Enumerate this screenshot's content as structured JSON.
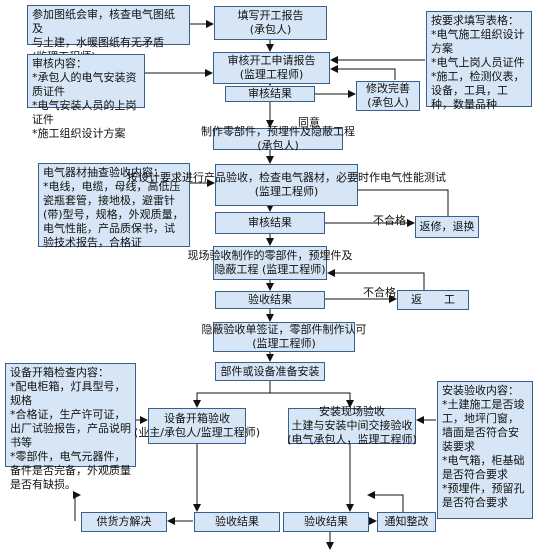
{
  "boxes": {
    "prereq": [
      "参加图纸会审，核查电气图纸及",
      "与土建，水暖图纸有无矛盾",
      "(监理工程师)"
    ],
    "fill_report": [
      "填写开工报告",
      "(承包人)"
    ],
    "form_req": [
      "按要求填写表格：",
      "*电气施工组织设计方案",
      "*电气上岗人员证件",
      "*施工，检测仪表，设备，工具，工种，数量品种"
    ],
    "review_content": [
      "审核内容：",
      "*承包人的电气安装资质证件",
      "*电气安装人员的上岗证件",
      "*施工组织设计方案"
    ],
    "review_app": [
      "审核开工申请报告",
      "(监理工程师)"
    ],
    "review_result_1": [
      "审核结果"
    ],
    "revise": [
      "修改完善",
      "(承包人)"
    ],
    "prefab": [
      "制作零部件，预埋件及隐蔽工程",
      "(承包人)"
    ],
    "material_check": [
      "电气器材抽查验收内容：",
      "*电线，电缆，母线，高低压瓷瓶套管，接地极，避雷针(带)型号，规格，外观质量，电气性能，产品质保书，试验技术报告，合格证"
    ],
    "design_accept": [
      "按设计要求进行产品验收，检查电气器材，必要时作电气性能测试",
      "(监理工程师)"
    ],
    "review_result_2": [
      "审核结果"
    ],
    "rework": [
      "返修，退换"
    ],
    "onsite_accept": [
      "现场验收制作的零部件，预埋件及",
      "隐蔽工程 (监理工程师)"
    ],
    "accept_result": [
      "验收结果"
    ],
    "return_work": [
      "返　　工"
    ],
    "hidden_sign": [
      "隐蔽验收单签证，零部件制作认可",
      "(监理工程师)"
    ],
    "install": [
      "部件或设备准备安装"
    ],
    "unpack_content": [
      "设备开箱检查内容：",
      "*配电柜箱，灯具型号，规格",
      "*合格证，生产许可证，出厂试验报告，产品说明书等",
      "*零部件，电气元器件，备件是否完备，外观质量是否有缺损。"
    ],
    "unpack": [
      "设备开箱验收",
      "(业主/承包人/监理工程师)"
    ],
    "onsite_install": [
      "安装现场验收",
      "土建与安装中间交接验收",
      "(电气承包人，监理工程师)"
    ],
    "install_content": [
      "安装验收内容：",
      "*土建施工是否竣工，地坪门窗，墙面是否符合安装要求",
      "*电气箱，柜基础是否符合要求",
      "*预埋件，预留孔是否符合要求"
    ],
    "supplier": [
      "供货方解决"
    ],
    "unpack_result": [
      "验收结果"
    ],
    "install_result": [
      "验收结果"
    ],
    "notify": [
      "通知整改"
    ]
  },
  "labels": {
    "agree": "同意",
    "fail_1": "不合格",
    "fail_2": "不合格"
  }
}
